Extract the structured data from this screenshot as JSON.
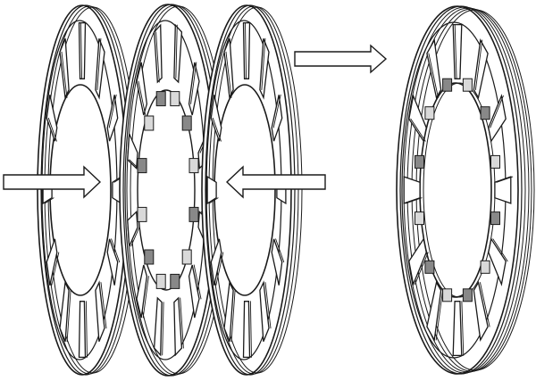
{
  "diagram": {
    "stages": [
      {
        "label": ""
      },
      {
        "label": ""
      }
    ],
    "colors": {
      "stroke": "#1a1a1a",
      "background": "#ffffff",
      "shade": "#d9d9d9",
      "dark": "#888888"
    },
    "icons": {
      "push_left_arrow": "arrow-right-icon",
      "push_right_arrow": "arrow-left-icon",
      "process_arrow": "arrow-right-icon"
    },
    "components": {
      "left_plate_slots": 12,
      "middle_plate_slots": 12,
      "right_plate_slots": 12,
      "assembled_slots": 12
    }
  }
}
